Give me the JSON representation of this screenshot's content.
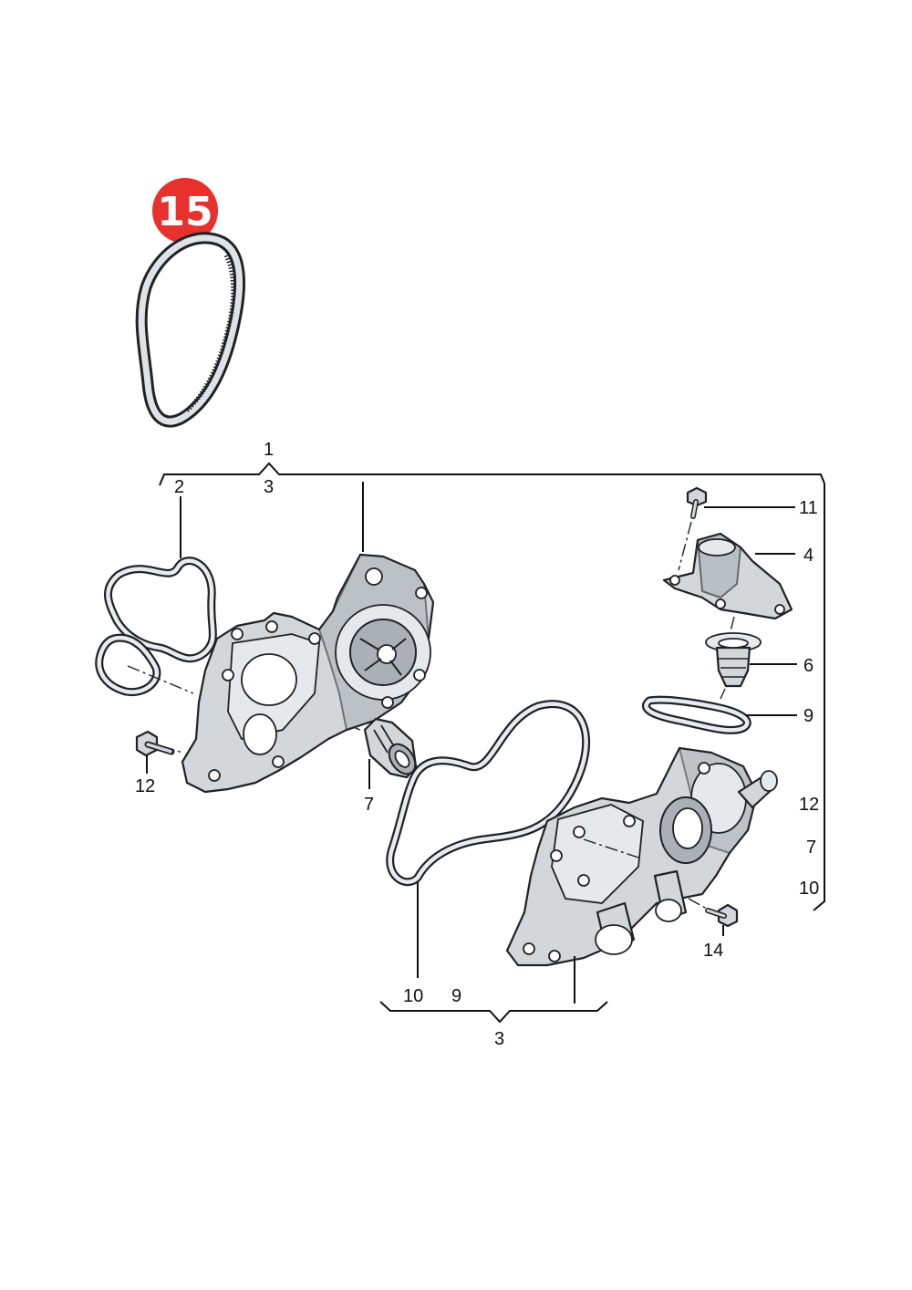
{
  "badge": {
    "number": "15",
    "color": "#e8302c"
  },
  "callouts": {
    "c1": "1",
    "c2": "2",
    "c3_top": "3",
    "c3_bottom": "3",
    "c4": "4",
    "c6": "6",
    "c7_left": "7",
    "c7_right": "7",
    "c9_right": "9",
    "c9_bottom": "9",
    "c10_right": "10",
    "c10_bottom": "10",
    "c11": "11",
    "c12_left": "12",
    "c12_right": "12",
    "c14": "14"
  },
  "colors": {
    "part_fill": "#d3d7da",
    "outline": "#1f2226",
    "label": "#111111"
  },
  "icons": [
    "drive-belt-icon",
    "water-pump-housing-icon",
    "thermostat-housing-icon",
    "gasket-icon",
    "bolt-icon",
    "thermostat-icon",
    "coolant-pipe-adapter-icon"
  ]
}
